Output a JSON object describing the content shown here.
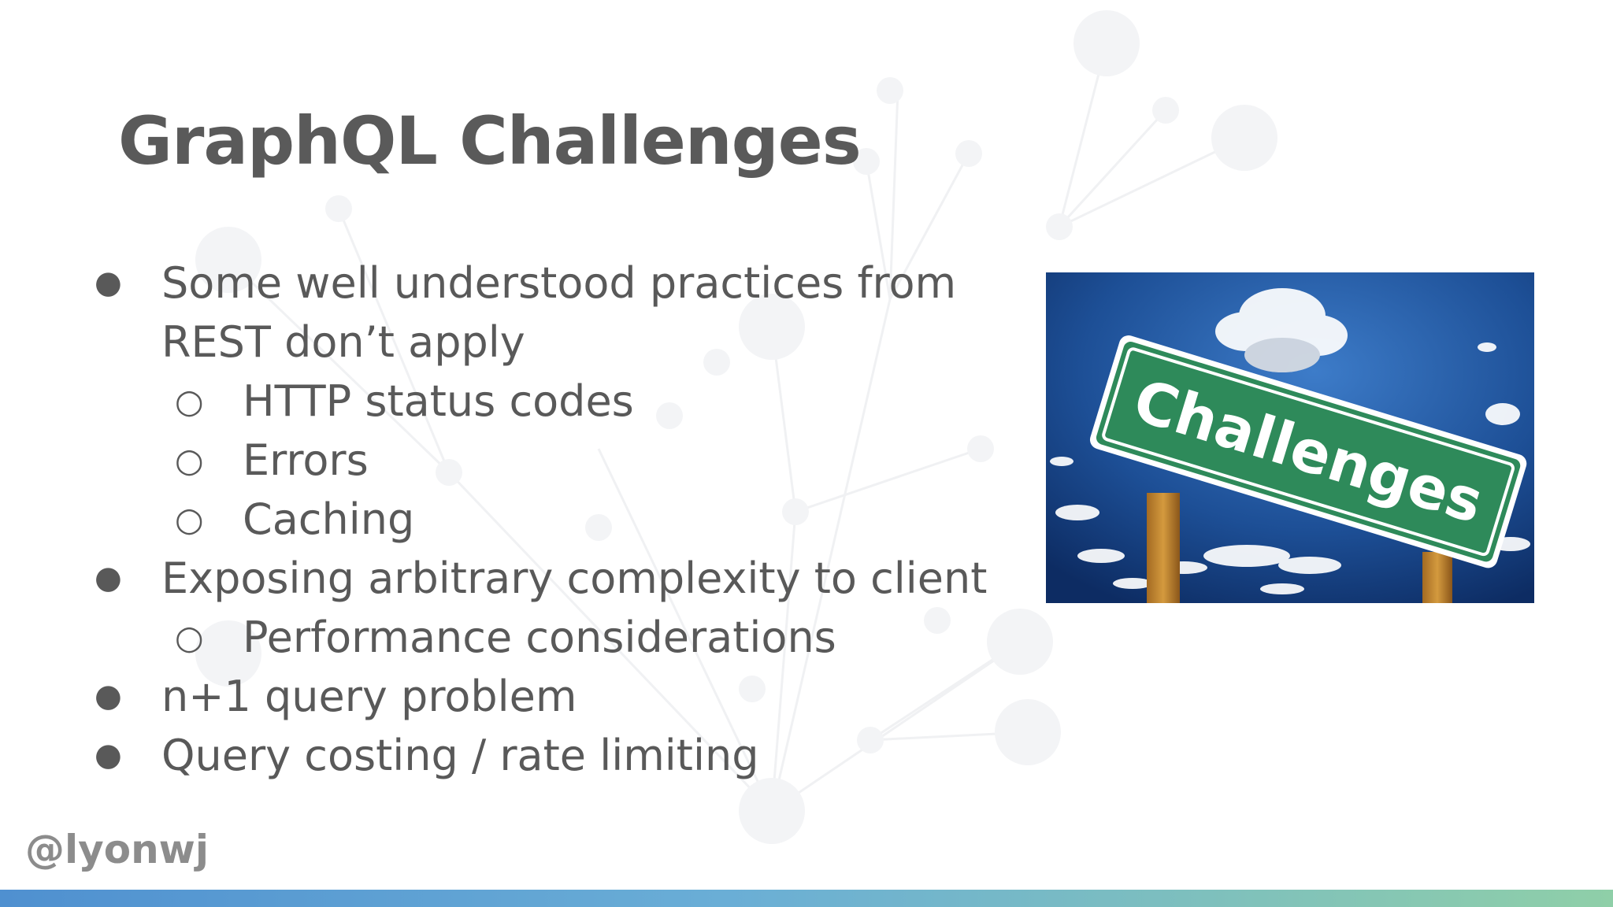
{
  "slide": {
    "title": "GraphQL Challenges",
    "handle": "@lyonwj",
    "bullets": [
      {
        "level": 1,
        "marker": "●",
        "text": "Some well understood practices from"
      },
      {
        "level": 1,
        "marker": "",
        "text": "REST don’t apply"
      },
      {
        "level": 2,
        "marker": "○",
        "text": "HTTP status codes"
      },
      {
        "level": 2,
        "marker": "○",
        "text": "Errors"
      },
      {
        "level": 2,
        "marker": "○",
        "text": "Caching"
      },
      {
        "level": 1,
        "marker": "●",
        "text": "Exposing arbitrary complexity to client"
      },
      {
        "level": 2,
        "marker": "○",
        "text": "Performance considerations"
      },
      {
        "level": 1,
        "marker": "●",
        "text": "n+1 query problem"
      },
      {
        "level": 1,
        "marker": "●",
        "text": "Query costing / rate limiting"
      }
    ],
    "image": {
      "sign_text": "Challenges"
    }
  },
  "colors": {
    "title": "#5a5a5a",
    "text": "#595959",
    "handle": "#8c8c8c",
    "sky": "#1d4f96",
    "sign": "#2e8a5a",
    "footer_start": "#4f90d0",
    "footer_end": "#8fcfa8"
  }
}
